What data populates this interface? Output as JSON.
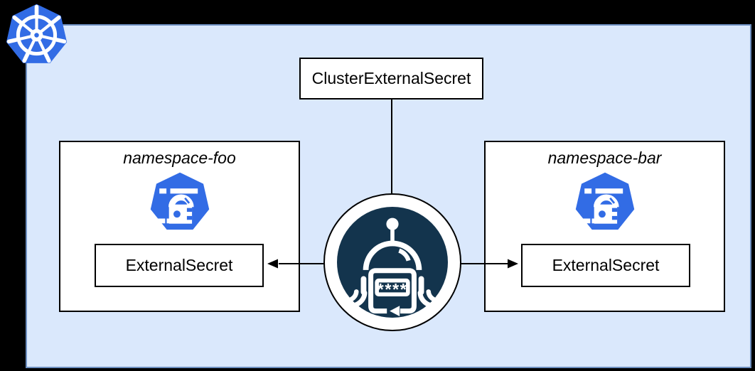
{
  "colors": {
    "canvas-bg": "#000000",
    "cluster-fill": "#dae8fc",
    "cluster-stroke": "#6c8ebf",
    "node-fill": "#ffffff",
    "node-stroke": "#000000",
    "connector": "#000000",
    "k8s-blue": "#326ce5",
    "robot-navy": "#13344d"
  },
  "diagram": {
    "cluster": {
      "icon": "kubernetes-logo"
    },
    "top_node": {
      "label": "ClusterExternalSecret"
    },
    "center_node": {
      "icon": "external-secrets-robot-icon",
      "password_text": "****"
    },
    "namespaces": [
      {
        "title": "namespace-foo",
        "icon": "kubernetes-secret-icon",
        "node_label": "ExternalSecret"
      },
      {
        "title": "namespace-bar",
        "icon": "kubernetes-secret-icon",
        "node_label": "ExternalSecret"
      }
    ]
  }
}
